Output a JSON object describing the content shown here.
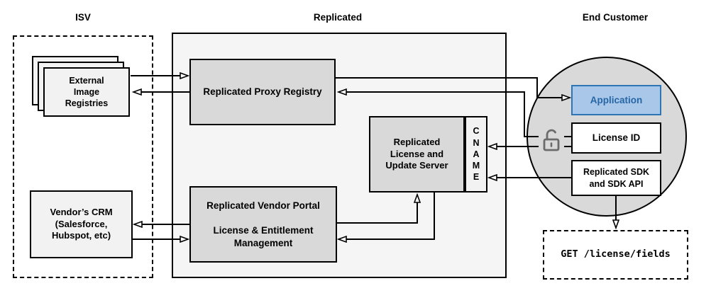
{
  "diagram": {
    "sections": {
      "isv": "ISV",
      "replicated": "Replicated",
      "end_customer": "End Customer"
    },
    "nodes": {
      "external_registries": "External\nImage\nRegistries",
      "vendor_crm": "Vendor’s CRM\n(Salesforce,\nHubspot, etc)",
      "proxy_registry": "Replicated Proxy Registry",
      "license_update_server": "Replicated\nLicense and\nUpdate Server",
      "cname": "C\nN\nA\nM\nE",
      "vendor_portal": "Replicated Vendor Portal\n\nLicense & Entitlement\nManagement",
      "application": "Application",
      "license_id": "License ID",
      "replicated_sdk": "Replicated SDK\nand SDK API",
      "api_endpoint": "GET /license/fields"
    },
    "icons": {
      "padlock": "unlocked-padlock-icon"
    },
    "colors": {
      "node_gray_fill": "#d9d9d9",
      "panel_gray_fill": "#f5f5f5",
      "light_gray_fill": "#f2f2f2",
      "application_fill": "#a9c7e8",
      "application_border": "#2e75b6",
      "application_text": "#2666a5",
      "line_color": "#000000",
      "padlock_gray": "#6b6b6b"
    }
  }
}
